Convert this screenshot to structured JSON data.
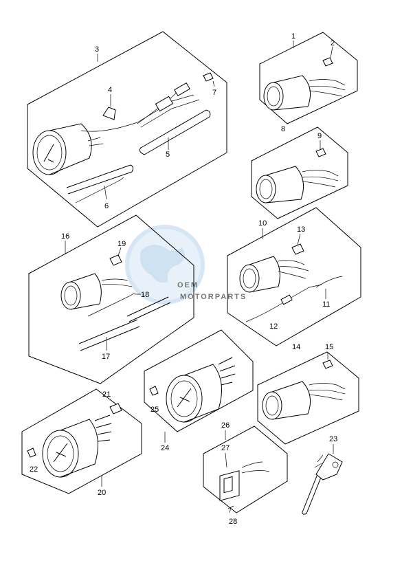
{
  "watermark": {
    "brand": "OEM",
    "tagline": "MOTORPARTS",
    "color": "#9fc4e6"
  },
  "callouts": {
    "c1": "1",
    "c2": "2",
    "c3": "3",
    "c4": "4",
    "c5": "5",
    "c6": "6",
    "c7": "7",
    "c8": "8",
    "c9": "9",
    "c10": "10",
    "c11": "11",
    "c12": "12",
    "c13": "13",
    "c14": "14",
    "c15": "15",
    "c16": "16",
    "c17": "17",
    "c18": "18",
    "c19": "19",
    "c20": "20",
    "c21": "21",
    "c22": "22",
    "c23": "23",
    "c24": "24",
    "c25": "25",
    "c26": "26",
    "c27": "27",
    "c28": "28"
  }
}
